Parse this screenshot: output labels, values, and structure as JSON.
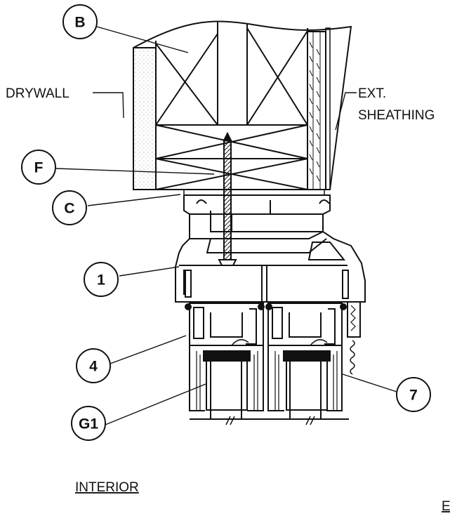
{
  "labels": {
    "drywall": "DRYWALL",
    "ext_line1": "EXT.",
    "ext_line2": "SHEATHING",
    "interior": "INTERIOR",
    "exterior_partial": "E"
  },
  "callouts": {
    "b": "B",
    "f": "F",
    "c": "C",
    "one": "1",
    "four": "4",
    "seven": "7",
    "g1": "G1"
  },
  "colors": {
    "line": "#111111",
    "stipple": "#9a9a9a"
  }
}
